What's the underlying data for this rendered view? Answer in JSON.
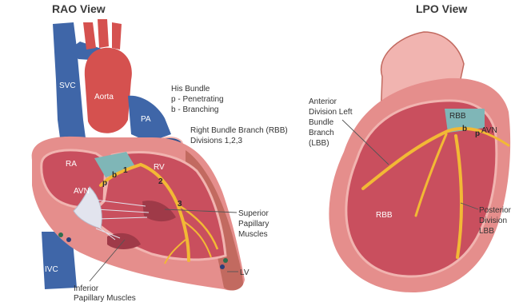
{
  "colors": {
    "vein_blue": "#3f66a8",
    "aorta_red": "#d5514f",
    "myocardium": "#e58e8c",
    "chamber": "#c94f5e",
    "endocardium": "#f1b4b0",
    "conduction": "#f2b935",
    "bundle_teal": "#7fb6b7",
    "lv_wall": "#c26a60"
  },
  "rao": {
    "title": "RAO View",
    "labels": {
      "svc": "SVC",
      "aorta": "Aorta",
      "pa": "PA",
      "ra": "RA",
      "rv": "RV",
      "avn": "AVN",
      "ivc": "IVC",
      "lv": "LV",
      "p": "p",
      "b": "b",
      "n1": "1",
      "n2": "2",
      "n3": "3"
    },
    "his_bundle": {
      "line1": "His Bundle",
      "line2": "p - Penetrating",
      "line3": "b -  Branching"
    },
    "rbb": {
      "line1": "Right Bundle Branch (RBB)",
      "line2": "Divisions 1,2,3"
    },
    "superior_pm": {
      "line1": "Superior",
      "line2": "Papillary",
      "line3": "Muscles"
    },
    "inferior_pm": {
      "line1": "Inferior",
      "line2": "Papillary Muscles"
    }
  },
  "lpo": {
    "title": "LPO View",
    "labels": {
      "rbb_top": "RBB",
      "p": "p",
      "b": "b",
      "avn": "AVN",
      "rbb_bottom": "RBB"
    },
    "anterior": {
      "line1": "Anterior",
      "line2": "Division Left",
      "line3": "Bundle",
      "line4": "Branch",
      "line5": "(LBB)"
    },
    "posterior": {
      "line1": "Posterior",
      "line2": "Division",
      "line3": "LBB"
    }
  }
}
